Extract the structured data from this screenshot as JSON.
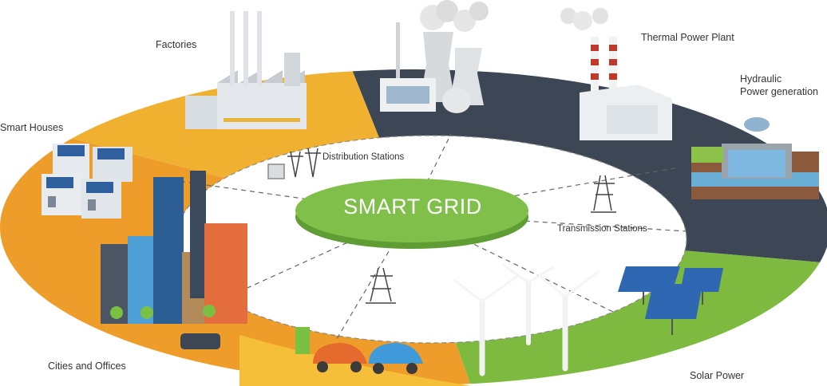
{
  "center": {
    "title": "SMART GRID"
  },
  "labels": {
    "factories": "Factories",
    "smart_houses": "Smart Houses",
    "cities_offices": "Cities and Offices",
    "thermal": "Thermal Power Plant",
    "hydraulic_line1": "Hydraulic",
    "hydraulic_line2": "Power generation",
    "solar": "Solar Power",
    "distribution": "Distribution Stations",
    "transmission": "Transmission Stations"
  },
  "colors": {
    "orange": "#ee9d2a",
    "orange_light": "#f6bf3a",
    "dark_slate": "#3c4654",
    "green": "#7dba3f",
    "center_green": "#7fbf4a"
  }
}
